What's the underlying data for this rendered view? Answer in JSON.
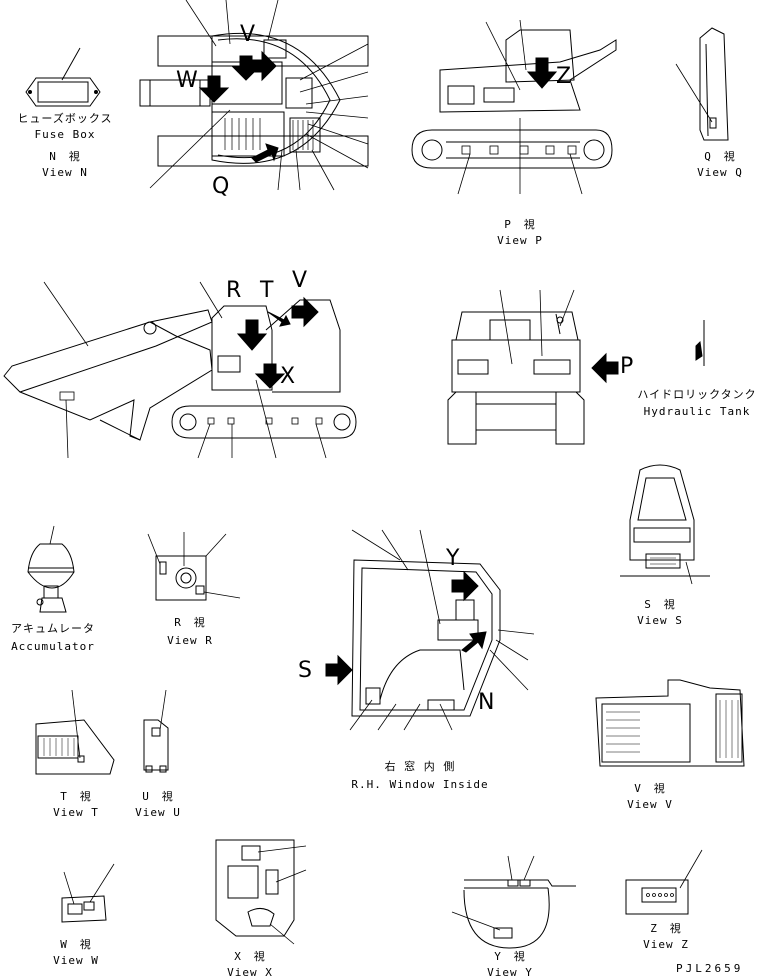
{
  "views": {
    "fuse_box": {
      "ja": "ヒューズボックス",
      "en": "Fuse Box"
    },
    "n": {
      "title": "N　視",
      "en": "View N"
    },
    "q": {
      "title": "Q　視",
      "en": "View Q"
    },
    "p": {
      "title": "P　視",
      "en": "View P"
    },
    "hydraulic_tank": {
      "ja": "ハイドロリックタンク",
      "en": "Hydraulic Tank"
    },
    "accumulator": {
      "ja": "アキュムレータ",
      "en": "Accumulator"
    },
    "r": {
      "title": "R　視",
      "en": "View R"
    },
    "s": {
      "title": "S　視",
      "en": "View S"
    },
    "t": {
      "title": "T　視",
      "en": "View T"
    },
    "u": {
      "title": "U　視",
      "en": "View U"
    },
    "rh_window": {
      "ja": "右 窓 内 側",
      "en": "R.H. Window Inside"
    },
    "v": {
      "title": "V　視",
      "en": "View V"
    },
    "w": {
      "title": "W　視",
      "en": "View W"
    },
    "x": {
      "title": "X　視",
      "en": "View X"
    },
    "y": {
      "title": "Y　視",
      "en": "View Y"
    },
    "z": {
      "title": "Z　視",
      "en": "View Z"
    }
  },
  "callouts": {
    "top_v": "V",
    "top_w": "W",
    "top_q": "Q",
    "top_z": "Z",
    "side_r": "R",
    "side_t": "T",
    "side_v": "V",
    "side_x": "X",
    "rear_p": "P",
    "cab_y": "Y",
    "cab_s": "S",
    "cab_n": "N"
  },
  "drawing_code": "PJL2659"
}
